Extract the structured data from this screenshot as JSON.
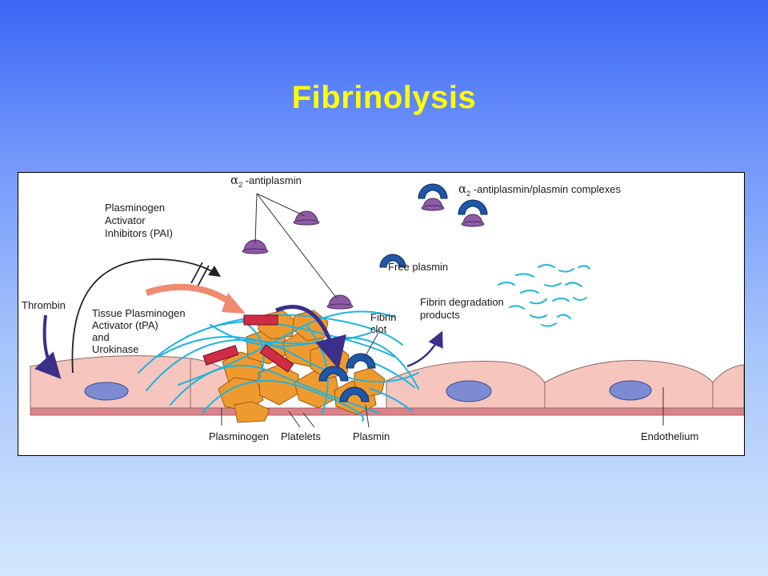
{
  "slide": {
    "title": "Fibrinolysis"
  },
  "labels": {
    "alpha_symbol": "α",
    "alpha_sub": "2",
    "antiplasmin": " -antiplasmin",
    "complexes": " -antiplasmin/plasmin complexes",
    "pai": [
      "Plasminogen",
      "Activator",
      "Inhibitors (PAI)"
    ],
    "free_plasmin": "Free plasmin",
    "thrombin": "Thrombin",
    "tpa": [
      "Tissue Plasminogen",
      "Activator (tPA)",
      "and",
      "Urokinase"
    ],
    "fibrin_clot": [
      "Fibrin",
      "clot"
    ],
    "fdp": [
      "Fibrin degradation",
      "products"
    ],
    "plasminogen": "Plasminogen",
    "platelets": "Platelets",
    "plasmin": "Plasmin",
    "endothelium": "Endothelium"
  },
  "colors": {
    "title": "#ffff00",
    "antiplasmin": "#8e5aa6",
    "plasmin": "#1f57a8",
    "platelet": "#ef9a2e",
    "fibrin": "#1fb4e0",
    "plasminogen": "#d02b46",
    "endothelium": "#f6c5bd",
    "nucleus": "#7d8cd2",
    "arrow_dark": "#3c2f8a",
    "arrow_salmon": "#f08a70"
  }
}
